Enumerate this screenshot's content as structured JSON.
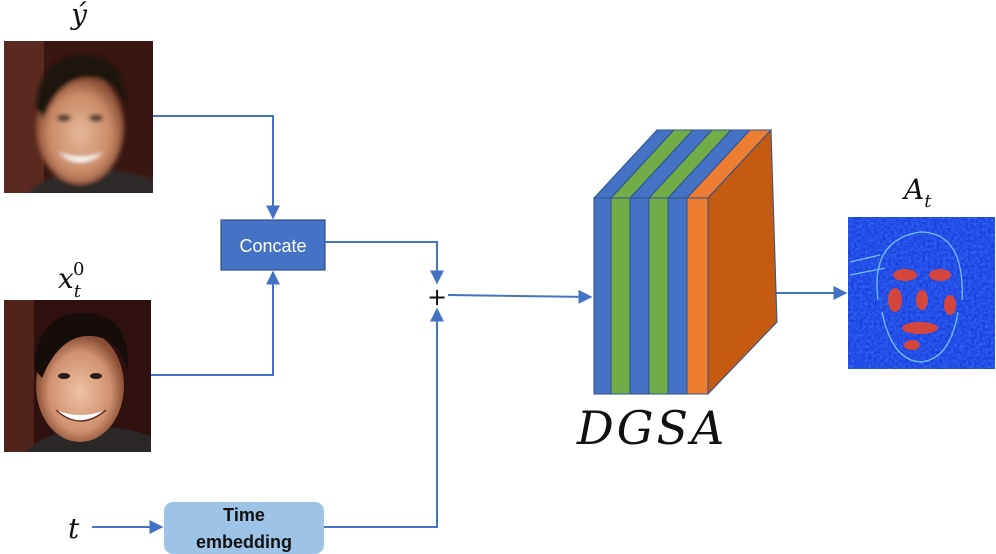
{
  "inputs": {
    "y_label": "ý",
    "x_label_base": "x",
    "x_label_sub": "t",
    "x_label_sup": "0",
    "t_label": "t"
  },
  "blocks": {
    "concat_label": "Concate",
    "time_embed_line1": "Time",
    "time_embed_line2": "embedding",
    "plus_label": "+",
    "dgsa_label": "DGSA"
  },
  "output": {
    "label_base": "A",
    "label_sub": "t"
  },
  "colors": {
    "arrow": "#4472C4",
    "concat_fill": "#4472C4",
    "time_fill": "#9DC3E6",
    "layer_blue": "#4472C4",
    "layer_green": "#70AD47",
    "layer_orange": "#ED7D31",
    "layer_orange_side": "#C55A11",
    "attention_bg": "#1A3FE0",
    "attention_hot": "#E8452A"
  }
}
